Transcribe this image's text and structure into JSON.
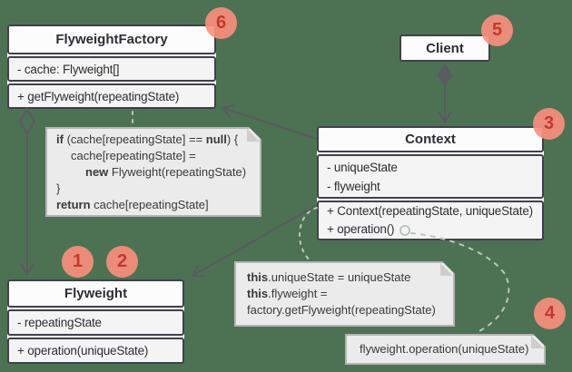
{
  "colors": {
    "background": "#4d7253",
    "badge": "#f98e7e",
    "badge_text": "#c23a30",
    "connector": "#5b5b63",
    "note_connector": "#bcc5bc"
  },
  "classes": {
    "factory": {
      "name": "FlyweightFactory",
      "attributes": [
        "- cache: Flyweight[]"
      ],
      "methods": [
        "+ getFlyweight(repeatingState)"
      ]
    },
    "client": {
      "name": "Client"
    },
    "context": {
      "name": "Context",
      "attributes": [
        "- uniqueState",
        "- flyweight"
      ],
      "methods": [
        "+ Context(repeatingState, uniqueState)",
        "+ operation()"
      ]
    },
    "flyweight": {
      "name": "Flyweight",
      "attributes": [
        "- repeatingState"
      ],
      "methods": [
        "+ operation(uniqueState)"
      ]
    }
  },
  "notes": [
    {
      "id": "getflyweight-code-note",
      "lines": [
        {
          "indent": 0,
          "segs": [
            {
              "t": "if ",
              "b": true
            },
            {
              "t": "(cache[repeatingState] == ",
              "b": false
            },
            {
              "t": "null",
              "b": true
            },
            {
              "t": ") {",
              "b": false
            }
          ]
        },
        {
          "indent": 1,
          "segs": [
            {
              "t": "cache[repeatingState] =",
              "b": false
            }
          ]
        },
        {
          "indent": 2,
          "segs": [
            {
              "t": "new",
              "b": true
            },
            {
              "t": " Flyweight(repeatingState)",
              "b": false
            }
          ]
        },
        {
          "indent": 0,
          "segs": [
            {
              "t": "}",
              "b": false
            }
          ]
        },
        {
          "indent": 0,
          "segs": [
            {
              "t": "return",
              "b": true
            },
            {
              "t": " cache[repeatingState]",
              "b": false
            }
          ]
        }
      ]
    },
    {
      "id": "context-constructor-note",
      "lines": [
        {
          "indent": 0,
          "segs": [
            {
              "t": "this",
              "b": true
            },
            {
              "t": ".uniqueState = uniqueState",
              "b": false
            }
          ]
        },
        {
          "indent": 0,
          "segs": [
            {
              "t": "this",
              "b": true
            },
            {
              "t": ".flyweight =",
              "b": false
            }
          ]
        },
        {
          "indent": 0,
          "segs": [
            {
              "t": "factory.getFlyweight(repeatingState)",
              "b": false
            }
          ]
        }
      ]
    },
    {
      "id": "operation-body-note",
      "lines": [
        {
          "indent": 0,
          "segs": [
            {
              "t": "flyweight.operation(uniqueState)",
              "b": false
            }
          ]
        }
      ]
    }
  ],
  "badges": {
    "b1": "1",
    "b2": "2",
    "b3": "3",
    "b4": "4",
    "b5": "5",
    "b6": "6"
  }
}
